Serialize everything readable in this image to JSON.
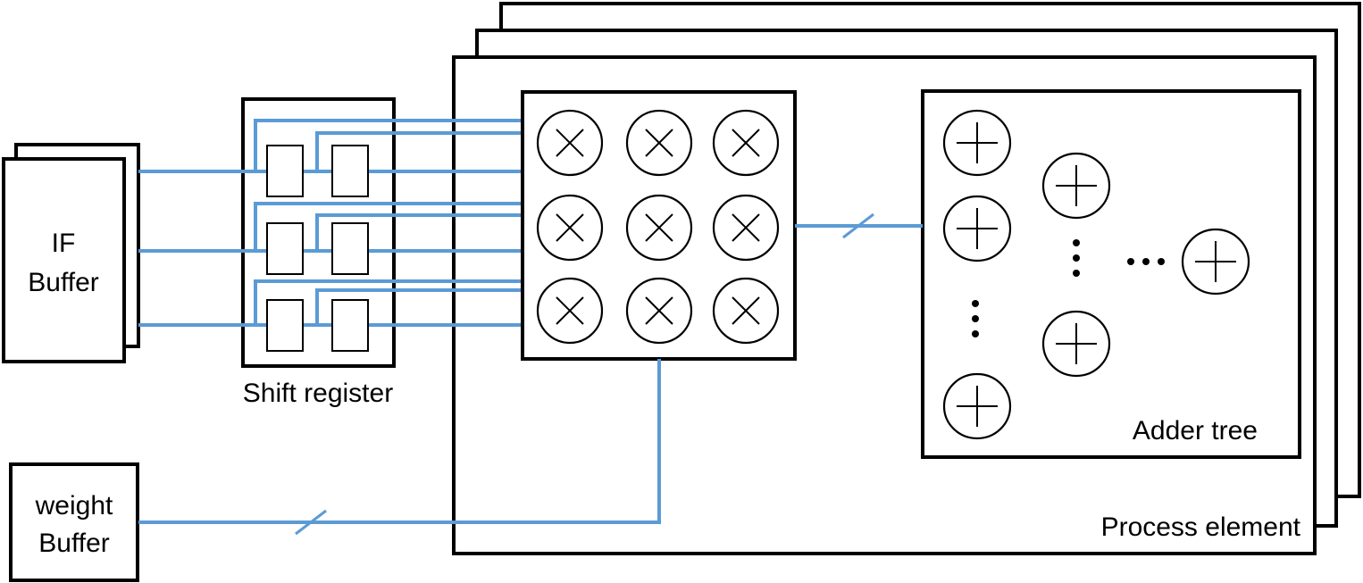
{
  "if_buffer": {
    "line1": "IF",
    "line2": "Buffer"
  },
  "weight_buffer": {
    "line1": "weight",
    "line2": "Buffer"
  },
  "shift_register": {
    "label": "Shift register"
  },
  "adder_tree": {
    "label": "Adder tree"
  },
  "process_element": {
    "label": "Process element"
  },
  "colors": {
    "wire": "#5b9bd5",
    "stroke": "#000000"
  }
}
